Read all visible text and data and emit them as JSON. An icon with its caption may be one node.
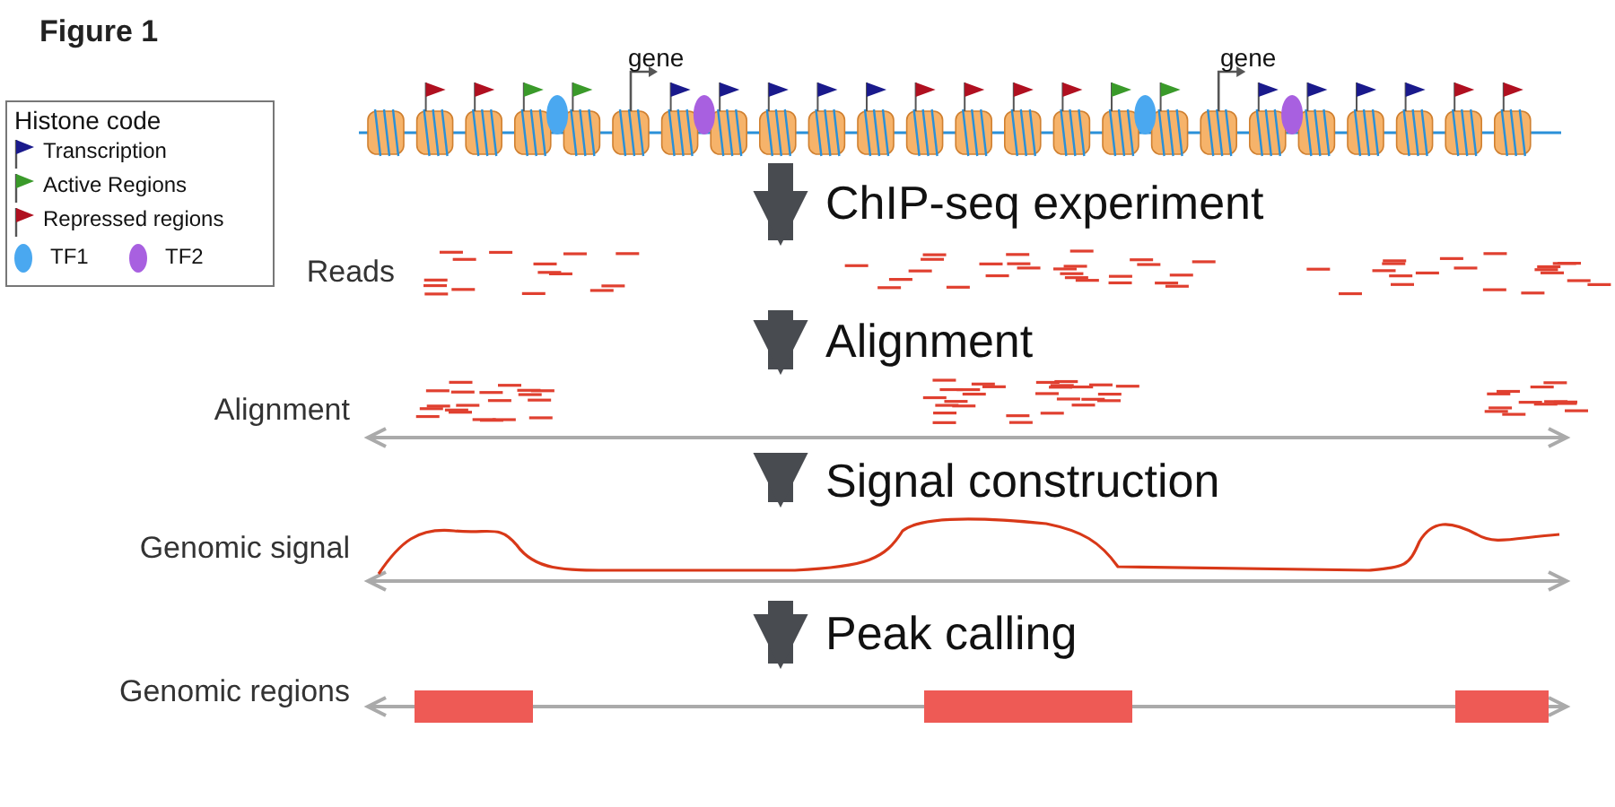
{
  "diagram": {
    "title": "Figure 1",
    "nodes": [
      {
        "text": [],
        "shape": "picture"
      },
      {
        "text": [
          "Reads"
        ]
      },
      {
        "text": [
          "Alignment"
        ]
      },
      {
        "text": [
          "Genomic signal"
        ]
      },
      {
        "text": [
          "Genomic regions"
        ]
      }
    ],
    "edges": [
      {
        "from": 0,
        "to": 1,
        "arrow": "to",
        "label": "ChIP-seq experiment"
      },
      {
        "from": 1,
        "to": 2,
        "arrow": "to",
        "label": "Alignment"
      },
      {
        "from": 2,
        "to": 3,
        "arrow": "to",
        "label": "Signal construction"
      },
      {
        "from": 3,
        "to": 4,
        "arrow": "to",
        "label": "Peak calling"
      }
    ],
    "labels": [
      "gene",
      "gene",
      "Histone code"
    ],
    "legend": [
      {
        "text": "Transcription",
        "color": "#1a1a8c"
      },
      {
        "text": "Active Regions",
        "color": "#3a9a2a"
      },
      {
        "text": "Repressed regions",
        "color": "#b01020"
      },
      {
        "text": "TF1",
        "color": "#4aa8f0"
      },
      {
        "text": "TF2",
        "color": "#a860e0"
      }
    ]
  }
}
